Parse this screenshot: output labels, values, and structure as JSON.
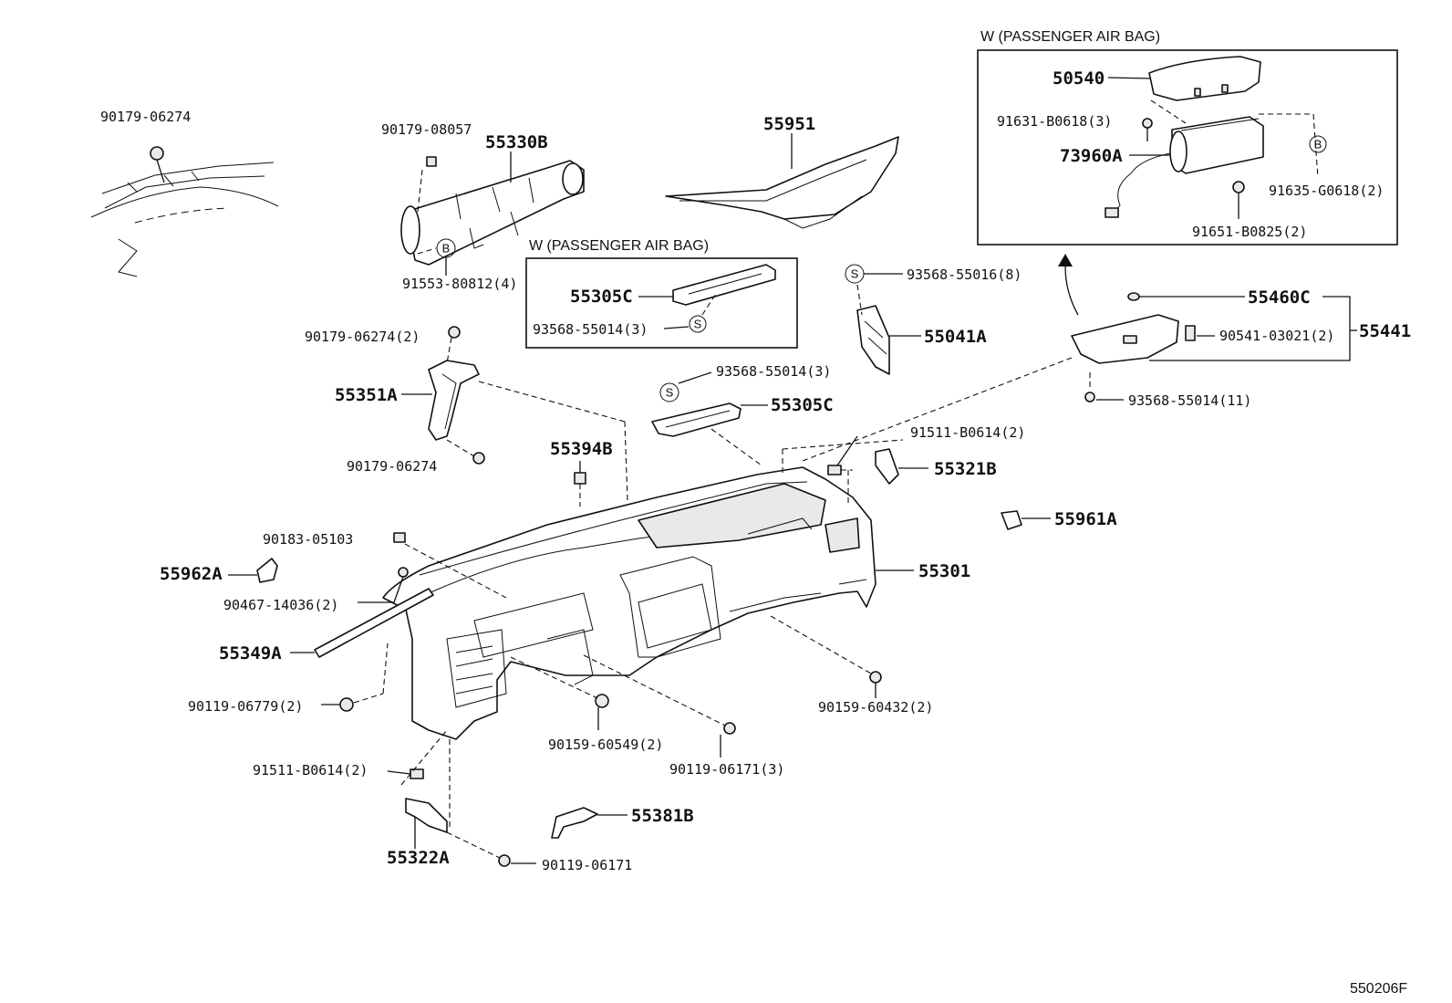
{
  "diagram": {
    "reference_code": "550206F",
    "insets": {
      "top_right_header": "W (PASSENGER AIR BAG)",
      "middle_header": "W (PASSENGER AIR BAG)"
    },
    "symbols": {
      "bolt_b": "B",
      "screw_s": "S"
    },
    "labels": {
      "p_90179_06274_top": "90179-06274",
      "p_90179_08057": "90179-08057",
      "p_55330B": "55330B",
      "p_91553_80812": "91553-80812(4)",
      "p_55951": "55951",
      "p_55305C_inset": "55305C",
      "p_93568_55014_3_inset": "93568-55014(3)",
      "p_93568_55016": "93568-55016(8)",
      "p_55041A": "55041A",
      "p_90179_06274_2": "90179-06274(2)",
      "p_55351A": "55351A",
      "p_90179_06274_low": "90179-06274",
      "p_93568_55014_3": "93568-55014(3)",
      "p_55305C": "55305C",
      "p_55394B": "55394B",
      "p_91511_B0614_2_right": "91511-B0614(2)",
      "p_55321B": "55321B",
      "p_55961A": "55961A",
      "p_90183_05103": "90183-05103",
      "p_55962A": "55962A",
      "p_90467_14036": "90467-14036(2)",
      "p_55301": "55301",
      "p_55349A": "55349A",
      "p_90119_06779": "90119-06779(2)",
      "p_90159_60432": "90159-60432(2)",
      "p_90159_60549": "90159-60549(2)",
      "p_90119_06171_3": "90119-06171(3)",
      "p_91511_B0614_2_left": "91511-B0614(2)",
      "p_55381B": "55381B",
      "p_55322A": "55322A",
      "p_90119_06171": "90119-06171",
      "p_50540": "50540",
      "p_91631_B0618": "91631-B0618(3)",
      "p_73960A": "73960A",
      "p_91635_G0618": "91635-G0618(2)",
      "p_91651_B0825": "91651-B0825(2)",
      "p_55460C": "55460C",
      "p_90541_03021": "90541-03021(2)",
      "p_55441": "55441",
      "p_93568_55014_11": "93568-55014(11)"
    }
  }
}
